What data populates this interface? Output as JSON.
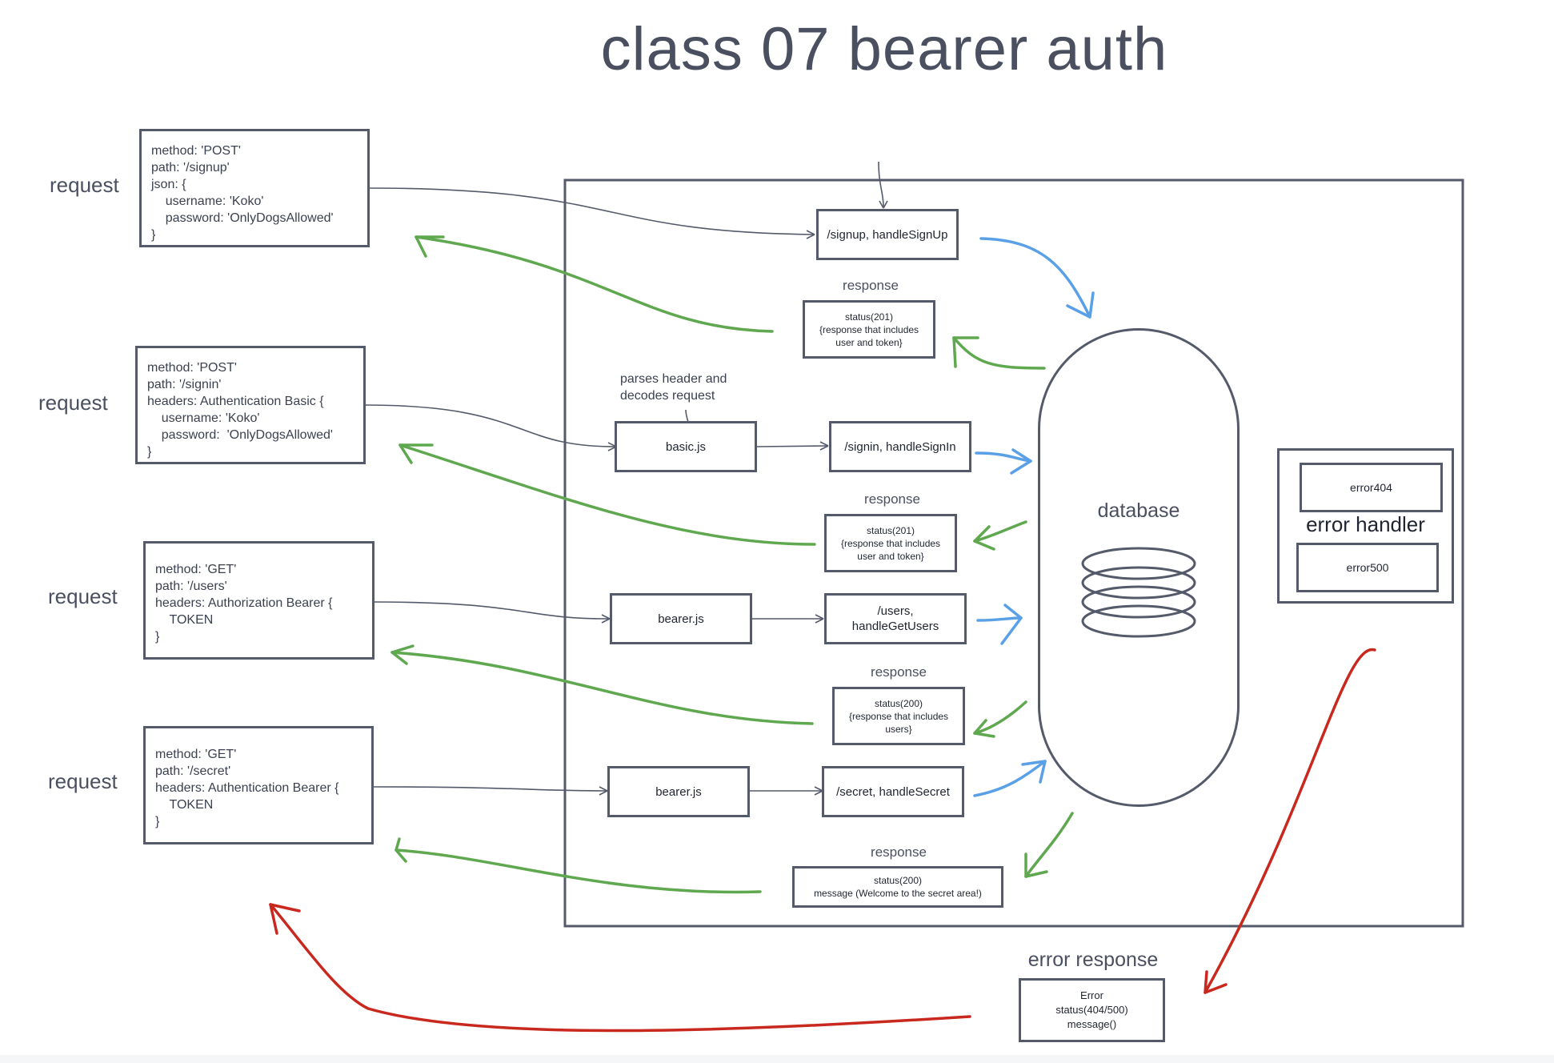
{
  "title": "class 07 bearer auth",
  "requests": [
    {
      "label": "request",
      "lines": [
        "method: 'POST'",
        "path: '/signup'",
        "json: {",
        "    username: 'Koko'",
        "    password: 'OnlyDogsAllowed'",
        "}"
      ]
    },
    {
      "label": "request",
      "lines": [
        "method: 'POST'",
        "path: '/signin'",
        "headers: Authentication Basic {",
        "    username: 'Koko'",
        "    password:  'OnlyDogsAllowed'",
        "}"
      ]
    },
    {
      "label": "request",
      "lines": [
        "method: 'GET'",
        "path: '/users'",
        "headers: Authorization Bearer {",
        "    TOKEN",
        "}"
      ]
    },
    {
      "label": "request",
      "lines": [
        "method: 'GET'",
        "path: '/secret'",
        "headers: Authentication Bearer {",
        "    TOKEN",
        "}"
      ]
    }
  ],
  "middleware": {
    "basic": "basic.js",
    "bearer_users": "bearer.js",
    "bearer_secret": "bearer.js",
    "basic_note": "parses header and\ndecodes request"
  },
  "routes": {
    "signup": "/signup, handleSignUp",
    "signin": "/signin, handleSignIn",
    "users": "/users,\nhandleGetUsers",
    "secret": "/secret, handleSecret"
  },
  "responses": [
    {
      "label": "response",
      "text": "status(201)\n{response that includes\nuser and token}"
    },
    {
      "label": "response",
      "text": "status(201)\n{response that includes\nuser and token}"
    },
    {
      "label": "response",
      "text": "status(200)\n{response that includes\nusers}"
    },
    {
      "label": "response",
      "text": "status(200)\nmessage (Welcome to the secret area!)"
    }
  ],
  "database": {
    "label": "database"
  },
  "error_handler": {
    "label": "error handler",
    "error404": "error404",
    "error500": "error500"
  },
  "error_response": {
    "label": "error response",
    "text": "Error\nstatus(404/500)\nmessage()"
  },
  "colors": {
    "outline": "#545a6a",
    "request_arrow": "#545a6a",
    "db_arrow": "#5aa0e6",
    "response_arrow": "#5fa84f",
    "error_arrow": "#c8281e"
  }
}
